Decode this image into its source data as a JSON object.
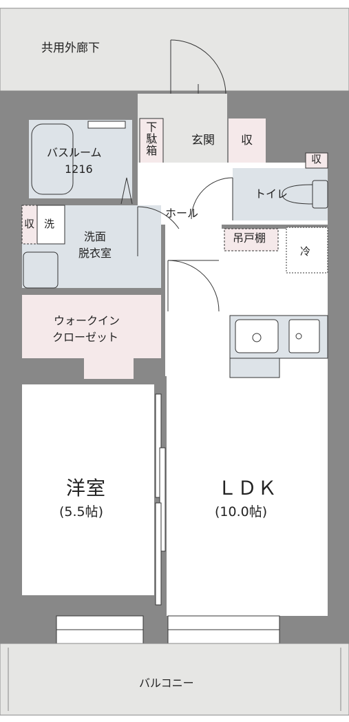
{
  "rooms": {
    "corridor": "共用外廊下",
    "entrance": "玄関",
    "entrance_storage": "収",
    "shoe_box": "下駄箱",
    "toilet_storage": "収",
    "bathroom": "バスルーム",
    "bathroom_size": "1216",
    "toilet": "トイレ",
    "hall": "ホール",
    "washroom_storage": "収",
    "washer": "洗",
    "washroom_line1": "洗面",
    "washroom_line2": "脱衣室",
    "hanging_cabinet": "吊戸棚",
    "fridge": "冷",
    "walk_in_line1": "ウォークイン",
    "walk_in_line2": "クローゼット",
    "western_room": "洋室",
    "western_room_size": "(5.5帖)",
    "ldk": "ＬＤＫ",
    "ldk_size": "(10.0帖)",
    "balcony": "バルコニー"
  },
  "colors": {
    "wall": "#888888",
    "common_area": "#e6e6e4",
    "wet_area": "#dde3e8",
    "storage": "#f5e9ea",
    "floor": "#ffffff",
    "line": "#333333"
  }
}
